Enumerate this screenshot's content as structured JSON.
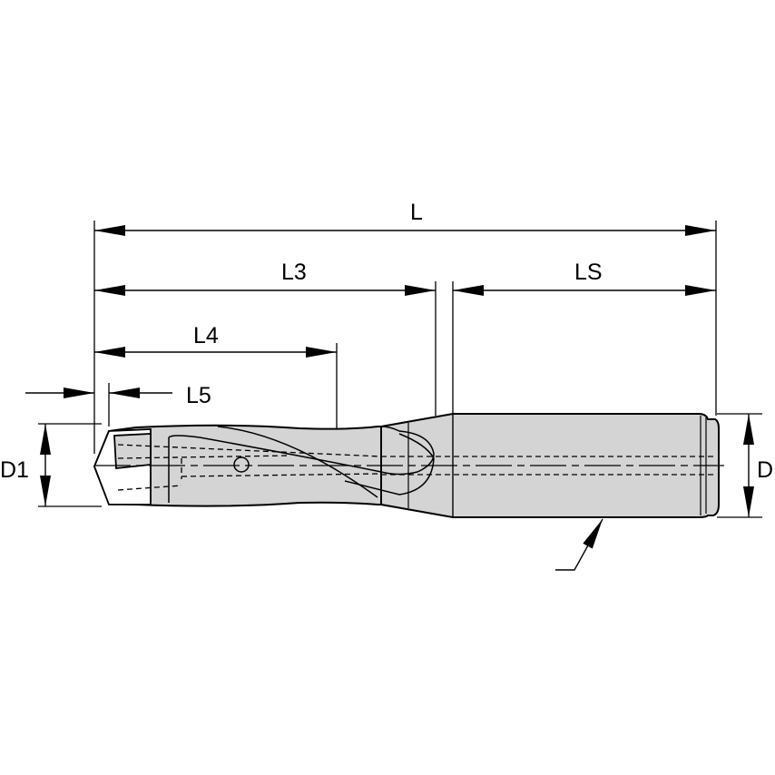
{
  "drawing": {
    "title": "Drill dimension drawing",
    "colors": {
      "body_fill": "#d4d4d4",
      "outline": "#000000",
      "background": "#ffffff"
    },
    "dimensions": {
      "L": "L",
      "L3": "L3",
      "LS": "LS",
      "L4": "L4",
      "L5": "L5",
      "D1": "D1",
      "D": "D"
    }
  }
}
